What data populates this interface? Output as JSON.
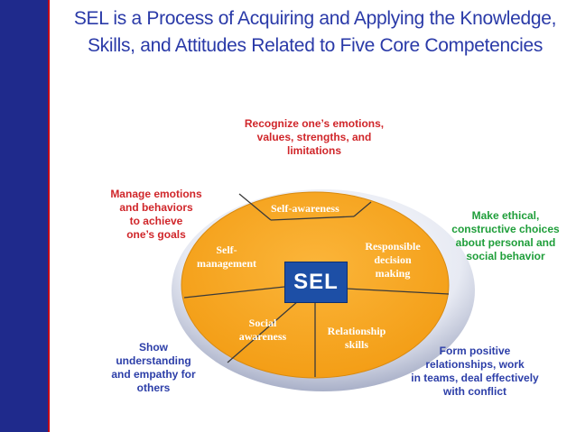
{
  "title": {
    "line1": "SEL is a Process of Acquiring and Applying the Knowledge,",
    "line2": "Skills, and Attitudes Related to Five Core Competencies"
  },
  "center_label": "SEL",
  "segments": {
    "self_awareness": "Self-awareness",
    "self_management_1": "Self-",
    "self_management_2": "management",
    "responsible_1": "Responsible",
    "responsible_2": "decision",
    "responsible_3": "making",
    "social_1": "Social",
    "social_2": "awareness",
    "relationship_1": "Relationship",
    "relationship_2": "skills"
  },
  "notes": {
    "awareness": [
      "Recognize one’s emotions,",
      "values, strengths, and",
      "limitations"
    ],
    "management": [
      "Manage emotions",
      "and behaviors",
      "to achieve",
      "one’s goals"
    ],
    "decision": [
      "Make ethical,",
      "constructive choices",
      "about personal and",
      "social behavior"
    ],
    "social": [
      "Show",
      "understanding",
      "and empathy for",
      "others"
    ],
    "relationship": [
      "Form positive",
      "relationships, work",
      "in teams, deal effectively",
      "with conflict"
    ]
  },
  "colors": {
    "ellipse_fill": "#f7a41c",
    "ellipse_rim": "#cdd3e6",
    "divider": "#3a3a3a",
    "center_box": "#1d4fa6",
    "sidebar": "#1f2a8c",
    "accent_red": "#d0262a",
    "accent_green": "#1f9e3a",
    "accent_blue": "#2c3ea8"
  }
}
